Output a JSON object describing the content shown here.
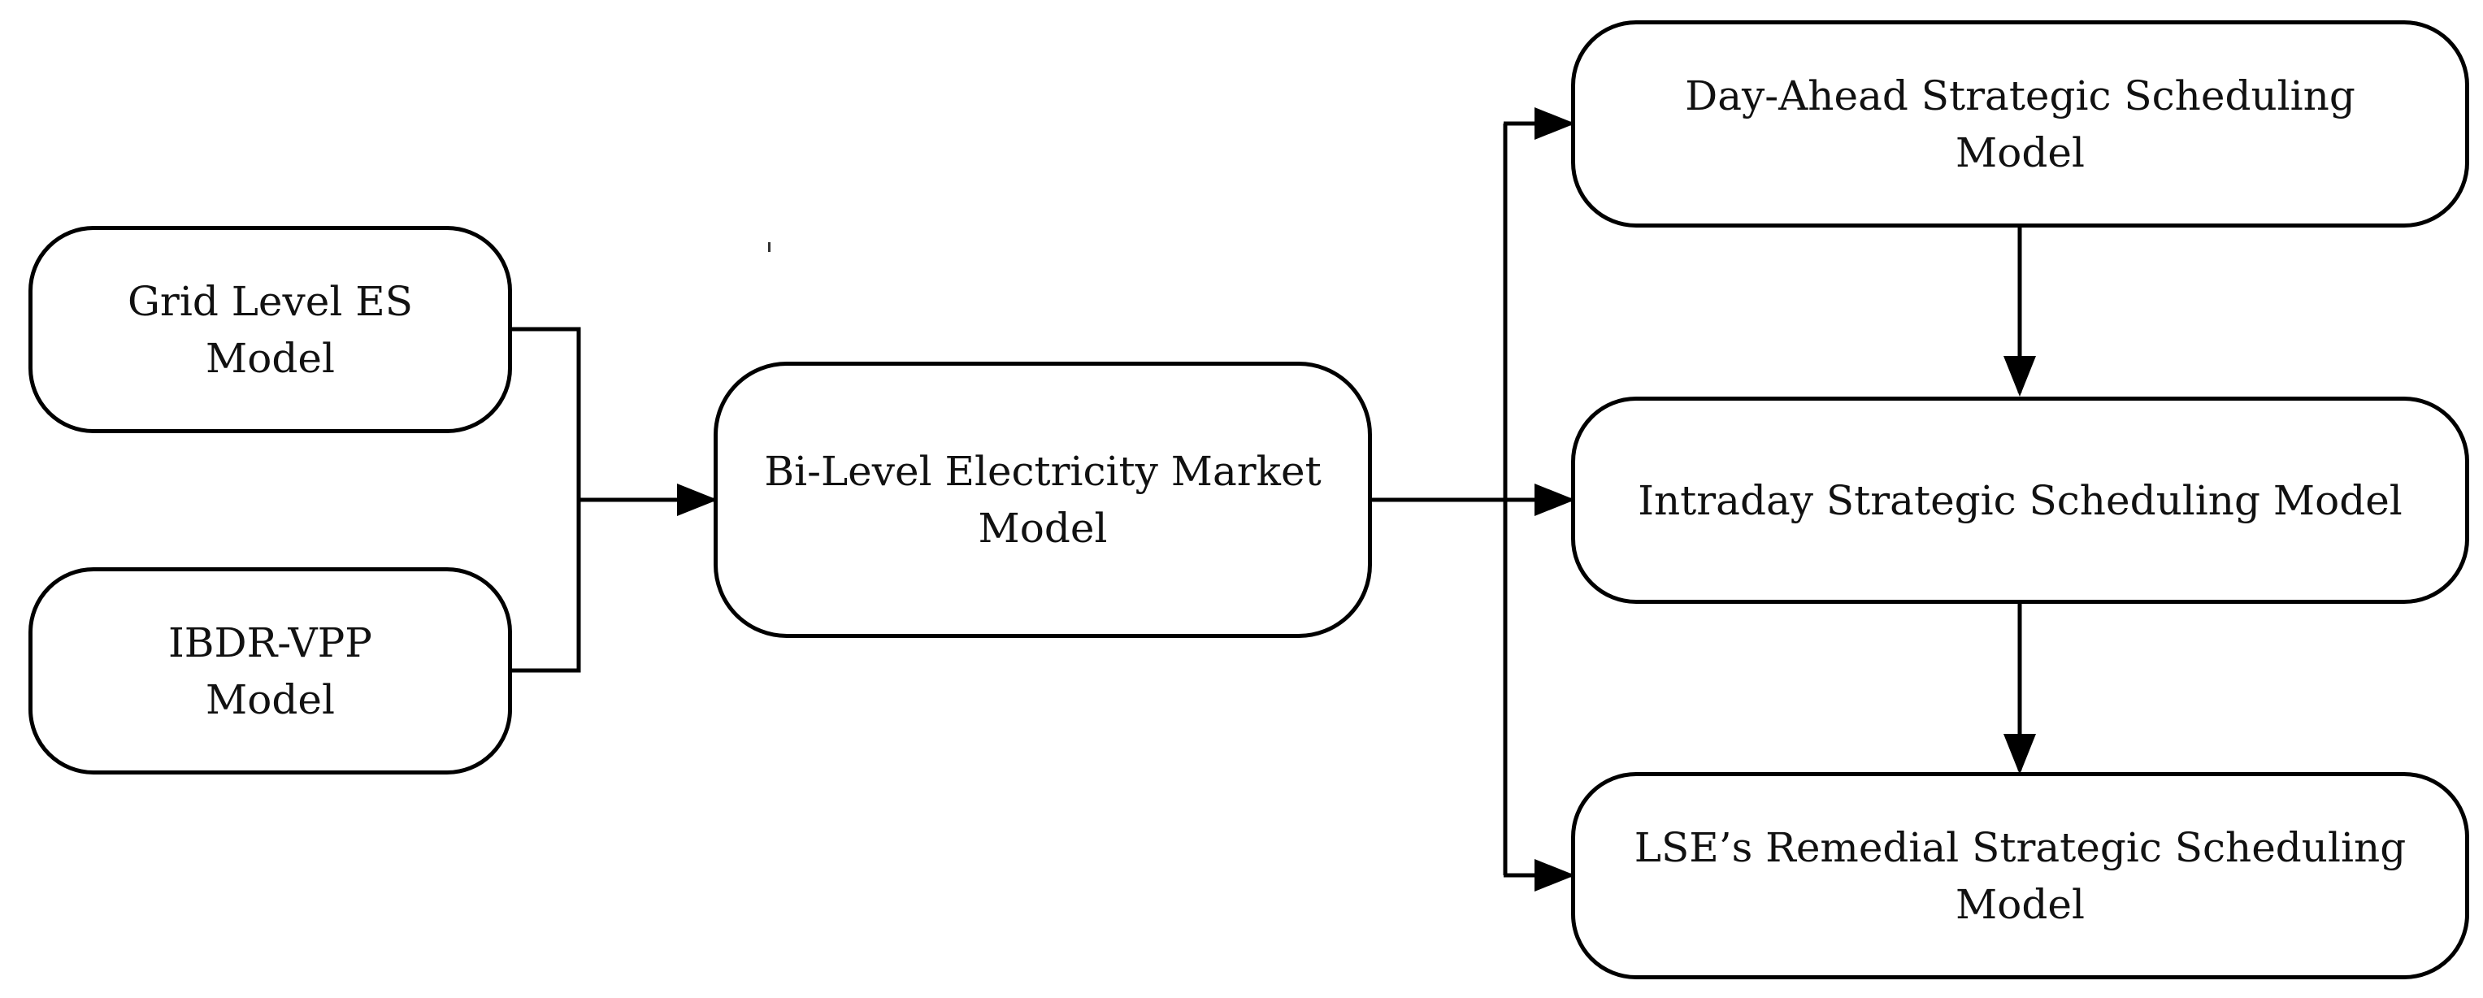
{
  "diagram": {
    "nodes": {
      "grid_es": {
        "line1": "Grid Level ES",
        "line2": "Model"
      },
      "ibdr_vpp": {
        "line1": "IBDR-VPP",
        "line2": "Model"
      },
      "bilevel": {
        "line1": "Bi-Level Electricity Market",
        "line2": "Model"
      },
      "day_ahead": {
        "line1": "Day-Ahead Strategic Scheduling",
        "line2": "Model"
      },
      "intraday": {
        "line1": "Intraday Strategic Scheduling Model"
      },
      "remedial": {
        "line1": "LSE’s Remedial Strategic Scheduling",
        "line2": "Model"
      }
    },
    "edges": [
      {
        "from": "grid_es",
        "to": "bilevel"
      },
      {
        "from": "ibdr_vpp",
        "to": "bilevel"
      },
      {
        "from": "bilevel",
        "to": "day_ahead"
      },
      {
        "from": "bilevel",
        "to": "intraday"
      },
      {
        "from": "bilevel",
        "to": "remedial"
      },
      {
        "from": "day_ahead",
        "to": "intraday"
      },
      {
        "from": "intraday",
        "to": "remedial"
      }
    ],
    "colors": {
      "stroke": "#000000",
      "text": "#111111",
      "background": "#ffffff"
    }
  }
}
